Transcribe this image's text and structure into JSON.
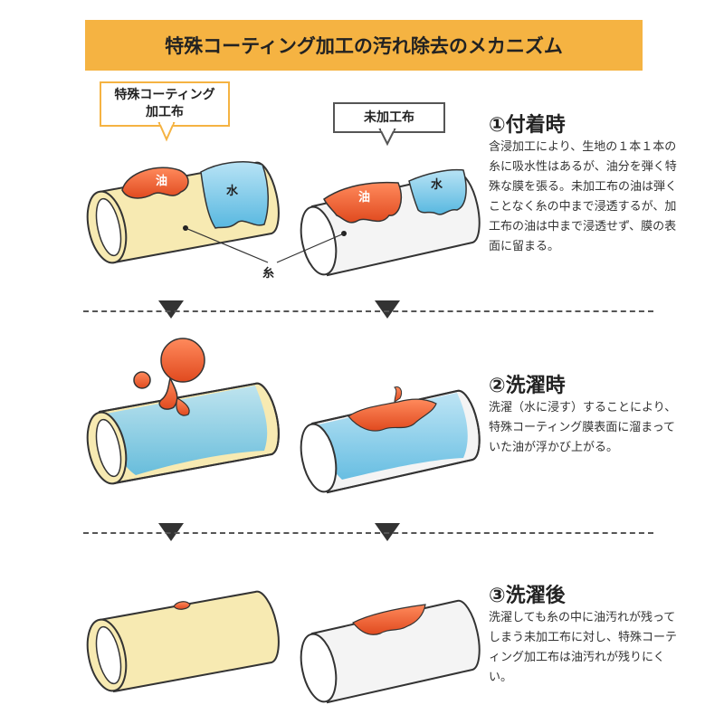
{
  "title": "特殊コーティング加工の汚れ除去のメカニズム",
  "labels": {
    "coated": [
      "特殊コーティング",
      "加工布"
    ],
    "plain": "未加工布",
    "oil": "油",
    "water": "水",
    "thread": "糸"
  },
  "steps": [
    {
      "title": "①付着時",
      "desc": "含浸加工により、生地の１本１本の糸に吸水性はあるが、油分を弾く特殊な膜を張る。未加工布の油は弾くことなく糸の中まで浸透するが、加工布の油は中まで浸透せず、膜の表面に留まる。"
    },
    {
      "title": "②洗濯時",
      "desc": "洗濯（水に浸す）することにより、特殊コーティング膜表面に溜まっていた油が浮かび上がる。"
    },
    {
      "title": "③洗濯後",
      "desc": "洗濯しても糸の中に油汚れが残ってしまう未加工布に対し、特殊コーティング加工布は油汚れが残りにくい。"
    }
  ],
  "colors": {
    "accent": "#f5b342",
    "oil": "#ee5b2b",
    "water": "#7fcbe8",
    "coated_fabric": "#f7eab2",
    "plain_fabric": "#f4f4f4"
  }
}
